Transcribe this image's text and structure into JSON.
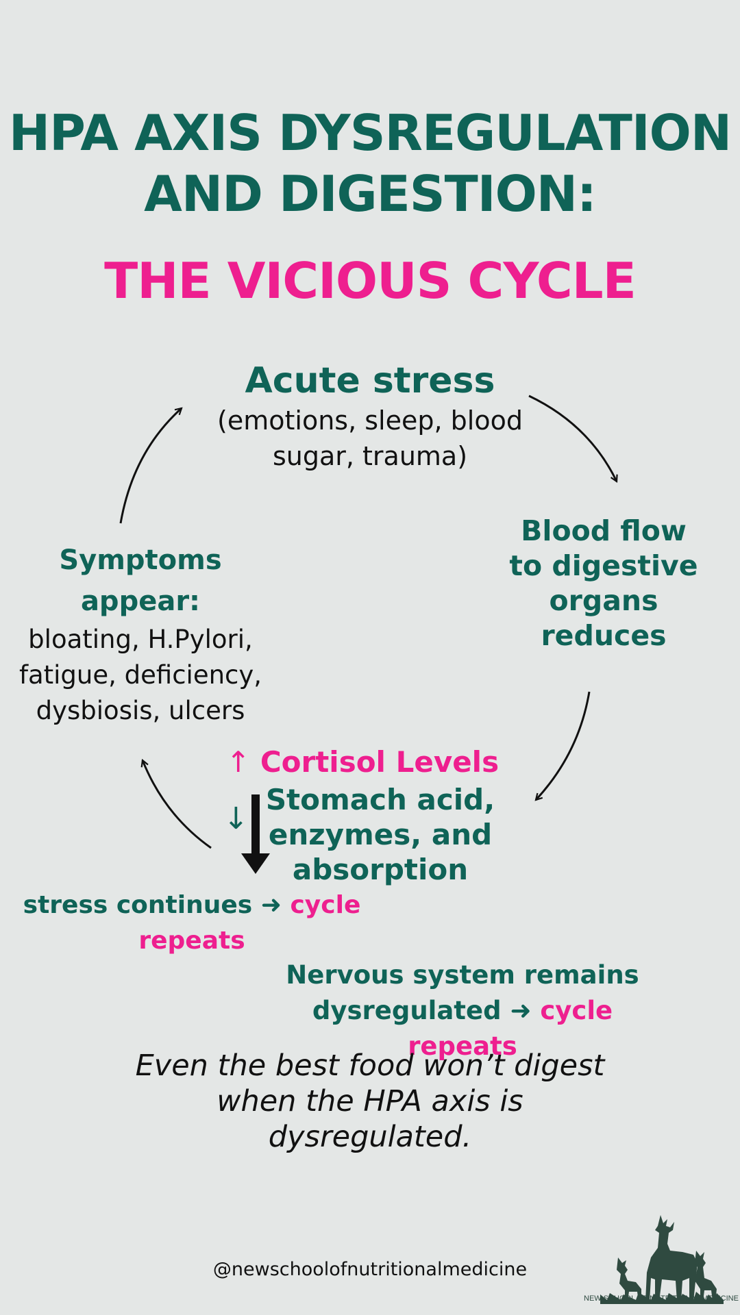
{
  "colors": {
    "background": "#e4e7e6",
    "teal": "#0f6357",
    "pink": "#ee1f8f",
    "text": "#111111"
  },
  "title": {
    "line1": "HPA AXIS DYSREGULATION",
    "line2": "AND DIGESTION:",
    "line3": "THE VICIOUS CYCLE"
  },
  "cycle": {
    "acute_stress": {
      "heading": "Acute stress",
      "detail_line1": "(emotions, sleep, blood",
      "detail_line2": "sugar, trauma)"
    },
    "blood_flow": {
      "line1": "Blood flow",
      "line2": "to digestive",
      "line3": "organs",
      "line4": "reduces"
    },
    "cortisol": {
      "arrow": "↑",
      "label": "Cortisol Levels"
    },
    "stomach": {
      "small_arrow": "↓",
      "line1": "Stomach acid,",
      "line2": "enzymes, and",
      "line3": "absorption"
    },
    "symptoms": {
      "heading_line1": "Symptoms",
      "heading_line2": "appear:",
      "detail_line1": "bloating, H.Pylori,",
      "detail_line2": "fatigue, deficiency,",
      "detail_line3": "dysbiosis, ulcers"
    },
    "stress_continues": {
      "teal": "stress continues",
      "arrow": "➜",
      "pink_line1": "cycle",
      "pink_line2": "repeats"
    },
    "nervous_system": {
      "line1": "Nervous system remains",
      "line2_teal": "dysregulated",
      "arrow": "➜",
      "line2_pink": "cycle repeats"
    }
  },
  "quote": {
    "line1": "Even the best food won’t digest",
    "line2": "when the HPA axis is",
    "line3": "dysregulated."
  },
  "footer": {
    "handle": "@newschoolofnutritionalmedicine",
    "logo_text": "NEW SCHOOL OF NUTRITIONAL MEDICINE",
    "logo_icon": "deer-family-icon"
  }
}
